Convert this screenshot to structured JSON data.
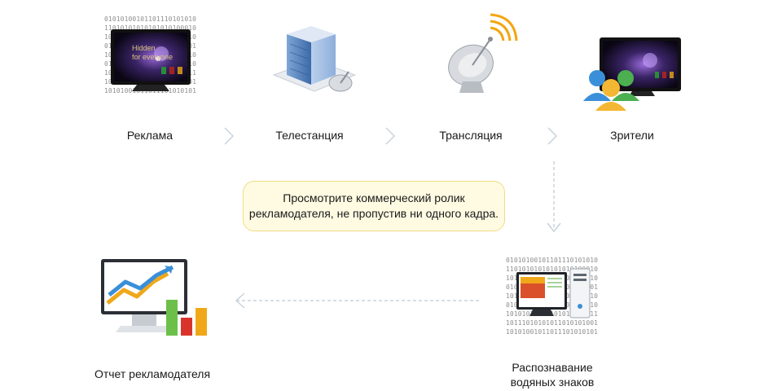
{
  "stages": {
    "ad": {
      "label": "Реклама"
    },
    "station": {
      "label": "Телестанция"
    },
    "broadcast": {
      "label": "Трансляция"
    },
    "viewers": {
      "label": "Зрители"
    },
    "report": {
      "label": "Отчет рекламодателя"
    },
    "recognition": {
      "label_line1": "Распознавание",
      "label_line2": "водяных знаков"
    }
  },
  "callout": {
    "line1": "Просмотрите коммерческий ролик",
    "line2": "рекламодателя, не пропустив ни одного кадра."
  },
  "binary_lines": [
    "01010100101101110101010",
    "11010101010101010100010",
    "10101010110110101011010",
    "01011010101010101010101",
    "10101101010110101010110",
    "01010101101010101101010",
    "10101010101101010101011",
    "10111010101011010101001",
    "10101001011011101010101"
  ],
  "tv_screen_text": {
    "line1": "Hidden",
    "line2": "for everyone"
  },
  "icons": {
    "ad": "tv-with-binary-icon",
    "station": "tv-station-building-icon",
    "broadcast": "satellite-dish-icon",
    "viewers": "viewers-people-tv-icon",
    "report": "report-monitor-chart-icon",
    "recognition": "computer-binary-icon"
  },
  "colors": {
    "connector": "#c9d3dc",
    "callout_bg": "#fffbe2",
    "callout_border": "#f0dc84"
  }
}
